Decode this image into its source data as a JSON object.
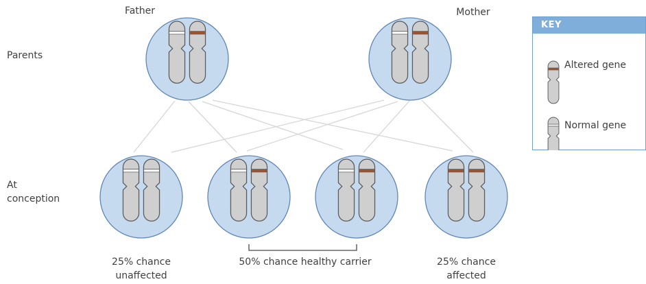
{
  "labels": {
    "father": "Father",
    "mother": "Mother",
    "parents": "Parents",
    "at": "At",
    "conception": "conception",
    "outcome_1_line1": "25% chance",
    "outcome_1_line2": "unaffected",
    "carrier": "50% chance healthy carrier",
    "outcome_4_line1": "25% chance",
    "outcome_4_line2": "affected"
  },
  "key": {
    "title": "KEY",
    "altered": "Altered gene",
    "normal": "Normal gene"
  },
  "genotypes": {
    "father": [
      "normal",
      "altered"
    ],
    "mother": [
      "normal",
      "altered"
    ],
    "child_1": [
      "normal",
      "normal"
    ],
    "child_2": [
      "normal",
      "altered"
    ],
    "child_3": [
      "normal",
      "altered"
    ],
    "child_4": [
      "altered",
      "altered"
    ]
  },
  "colors": {
    "circle_fill": "#c5d9ef",
    "circle_stroke": "#5f86b4",
    "chromosome_fill": "#cfcfcf",
    "chromosome_stroke": "#5a5a5a",
    "altered_band": "#a0522d",
    "normal_band": "#ffffff",
    "key_border": "#6f9fce",
    "key_header": "#7faedb",
    "lines": "#d6d6d6"
  }
}
